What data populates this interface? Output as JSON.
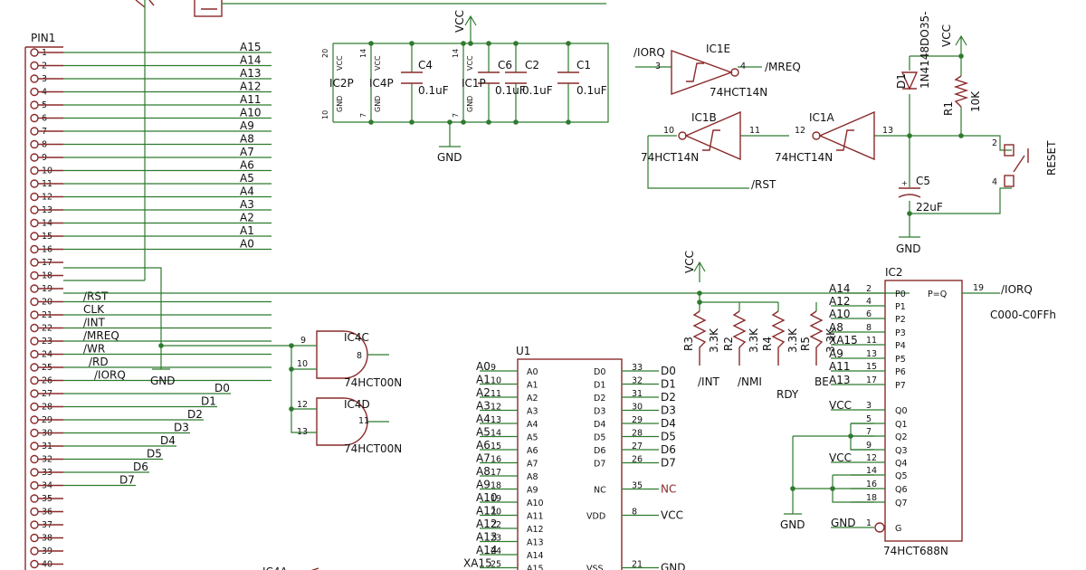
{
  "pin1": {
    "label": "PIN1",
    "rows": [
      {
        "n": "1",
        "net": "A15"
      },
      {
        "n": "2",
        "net": "A14"
      },
      {
        "n": "3",
        "net": "A13"
      },
      {
        "n": "4",
        "net": "A12"
      },
      {
        "n": "5",
        "net": "A11"
      },
      {
        "n": "6",
        "net": "A10"
      },
      {
        "n": "7",
        "net": "A9"
      },
      {
        "n": "8",
        "net": "A8"
      },
      {
        "n": "9",
        "net": "A7"
      },
      {
        "n": "10",
        "net": "A6"
      },
      {
        "n": "11",
        "net": "A5"
      },
      {
        "n": "12",
        "net": "A4"
      },
      {
        "n": "13",
        "net": "A3"
      },
      {
        "n": "14",
        "net": "A2"
      },
      {
        "n": "15",
        "net": "A1"
      },
      {
        "n": "16",
        "net": "A0"
      },
      {
        "n": "17",
        "net": ""
      },
      {
        "n": "18",
        "net": ""
      },
      {
        "n": "19",
        "net": ""
      },
      {
        "n": "20",
        "net": "/RST"
      },
      {
        "n": "21",
        "net": "CLK"
      },
      {
        "n": "22",
        "net": "/INT"
      },
      {
        "n": "23",
        "net": "/MREQ"
      },
      {
        "n": "24",
        "net": "/WR"
      },
      {
        "n": "25",
        "net": "/RD"
      },
      {
        "n": "26",
        "net": "/IORQ"
      },
      {
        "n": "27",
        "net": "D0"
      },
      {
        "n": "28",
        "net": "D1"
      },
      {
        "n": "29",
        "net": "D2"
      },
      {
        "n": "30",
        "net": "D3"
      },
      {
        "n": "31",
        "net": "D4"
      },
      {
        "n": "32",
        "net": "D5"
      },
      {
        "n": "33",
        "net": "D6"
      },
      {
        "n": "34",
        "net": "D7"
      },
      {
        "n": "35",
        "net": ""
      },
      {
        "n": "36",
        "net": ""
      },
      {
        "n": "37",
        "net": ""
      },
      {
        "n": "38",
        "net": ""
      },
      {
        "n": "39",
        "net": ""
      },
      {
        "n": "40",
        "net": ""
      }
    ]
  },
  "labels": {
    "gnd_left": "GND"
  },
  "capblock": {
    "pin20": "20",
    "pin14": "14",
    "pin10": "10",
    "pin7": "7",
    "vcc": "VCC",
    "gnd": "GND",
    "ic2p": "IC2P",
    "ic4p": "IC4P",
    "ic1p": "IC1P",
    "c4": "C4",
    "c6": "C6",
    "c2": "C2",
    "c1": "C1",
    "c4_val": "0.1uF",
    "c6_val": "0.1uF",
    "c2_val": "0.1uF",
    "c1_val": "0.1uF",
    "vcc_top": "VCC",
    "gnd_bottom": "GND"
  },
  "ic1e": {
    "name": "IC1E",
    "input": "/IORQ",
    "output": "/MREQ",
    "pin_in": "3",
    "pin_out": "4",
    "part": "74HCT14N"
  },
  "ic1b": {
    "name": "IC1B",
    "pin_out": "10",
    "pin_in": "11",
    "part": "74HCT14N",
    "rst": "/RST"
  },
  "ic1a": {
    "name": "IC1A",
    "pin_out": "12",
    "pin_in": "13",
    "part": "74HCT14N"
  },
  "reset": {
    "d1": "D1",
    "d1_part": "1N4148DO35-",
    "vcc": "VCC",
    "r1": "R1",
    "r1_val": "10K",
    "c5": "C5",
    "c5_val": "22uF",
    "gnd": "GND",
    "sw_pin2": "2",
    "sw_pin4": "4",
    "switch": "RESET"
  },
  "pullups": {
    "vcc": "VCC",
    "resistors": [
      {
        "ref": "R3",
        "val": "3.3K",
        "net": "/INT"
      },
      {
        "ref": "R2",
        "val": "3.3K",
        "net": "/NMI"
      },
      {
        "ref": "R4",
        "val": "3.3K",
        "net": "RDY"
      },
      {
        "ref": "R5",
        "val": "3.3K",
        "net": "BE"
      }
    ]
  },
  "ic2": {
    "name": "IC2",
    "part": "74HCT688N",
    "peq": "P=Q",
    "out_pin": "19",
    "out_net": "/IORQ",
    "range": "C000-C0FFh",
    "gnd_left": "GND",
    "pins": [
      {
        "net": "A14",
        "pin": "2",
        "name": "P0"
      },
      {
        "net": "A12",
        "pin": "4",
        "name": "P1"
      },
      {
        "net": "A10",
        "pin": "6",
        "name": "P2"
      },
      {
        "net": "A8",
        "pin": "8",
        "name": "P3"
      },
      {
        "net": "XA15",
        "pin": "11",
        "name": "P4"
      },
      {
        "net": "A9",
        "pin": "13",
        "name": "P5"
      },
      {
        "net": "A11",
        "pin": "15",
        "name": "P6"
      },
      {
        "net": "A13",
        "pin": "17",
        "name": "P7"
      },
      {
        "net": "VCC",
        "pin": "3",
        "name": "Q0"
      },
      {
        "net": "",
        "pin": "5",
        "name": "Q1"
      },
      {
        "net": "",
        "pin": "7",
        "name": "Q2"
      },
      {
        "net": "",
        "pin": "9",
        "name": "Q3"
      },
      {
        "net": "VCC",
        "pin": "12",
        "name": "Q4"
      },
      {
        "net": "",
        "pin": "14",
        "name": "Q5"
      },
      {
        "net": "",
        "pin": "16",
        "name": "Q6"
      },
      {
        "net": "",
        "pin": "18",
        "name": "Q7"
      },
      {
        "net": "GND",
        "pin": "1",
        "name": "G"
      }
    ]
  },
  "ic4c": {
    "name": "IC4C",
    "part": "74HCT00N",
    "p9": "9",
    "p10": "10",
    "p8": "8"
  },
  "ic4d": {
    "name": "IC4D",
    "part": "74HCT00N",
    "p12": "12",
    "p13": "13",
    "p11": "11"
  },
  "u1": {
    "name": "U1",
    "left": [
      {
        "net": "A0",
        "pin": "9",
        "name": "A0"
      },
      {
        "net": "A1",
        "pin": "10",
        "name": "A1"
      },
      {
        "net": "A2",
        "pin": "11",
        "name": "A2"
      },
      {
        "net": "A3",
        "pin": "12",
        "name": "A3"
      },
      {
        "net": "A4",
        "pin": "13",
        "name": "A4"
      },
      {
        "net": "A5",
        "pin": "14",
        "name": "A5"
      },
      {
        "net": "A6",
        "pin": "15",
        "name": "A6"
      },
      {
        "net": "A7",
        "pin": "16",
        "name": "A7"
      },
      {
        "net": "A8",
        "pin": "17",
        "name": "A8"
      },
      {
        "net": "A9",
        "pin": "18",
        "name": "A9"
      },
      {
        "net": "A10",
        "pin": "19",
        "name": "A10"
      },
      {
        "net": "A11",
        "pin": "20",
        "name": "A11"
      },
      {
        "net": "A12",
        "pin": "22",
        "name": "A12"
      },
      {
        "net": "A13",
        "pin": "23",
        "name": "A13"
      },
      {
        "net": "A14",
        "pin": "24",
        "name": "A14"
      },
      {
        "net": "XA15",
        "pin": "25",
        "name": "A15"
      }
    ],
    "right": [
      {
        "name": "D0",
        "pin": "33",
        "net": "D0"
      },
      {
        "name": "D1",
        "pin": "32",
        "net": "D1"
      },
      {
        "name": "D2",
        "pin": "31",
        "net": "D2"
      },
      {
        "name": "D3",
        "pin": "30",
        "net": "D3"
      },
      {
        "name": "D4",
        "pin": "29",
        "net": "D4"
      },
      {
        "name": "D5",
        "pin": "28",
        "net": "D5"
      },
      {
        "name": "D6",
        "pin": "27",
        "net": "D6"
      },
      {
        "name": "D7",
        "pin": "26",
        "net": "D7"
      },
      {
        "name": "",
        "pin": "",
        "net": ""
      },
      {
        "name": "NC",
        "pin": "35",
        "net": "NC"
      },
      {
        "name": "",
        "pin": "",
        "net": ""
      },
      {
        "name": "VDD",
        "pin": "8",
        "net": "VCC"
      },
      {
        "name": "",
        "pin": "",
        "net": ""
      },
      {
        "name": "",
        "pin": "",
        "net": ""
      },
      {
        "name": "",
        "pin": "",
        "net": ""
      },
      {
        "name": "VSS",
        "pin": "21",
        "net": "GND"
      }
    ]
  }
}
